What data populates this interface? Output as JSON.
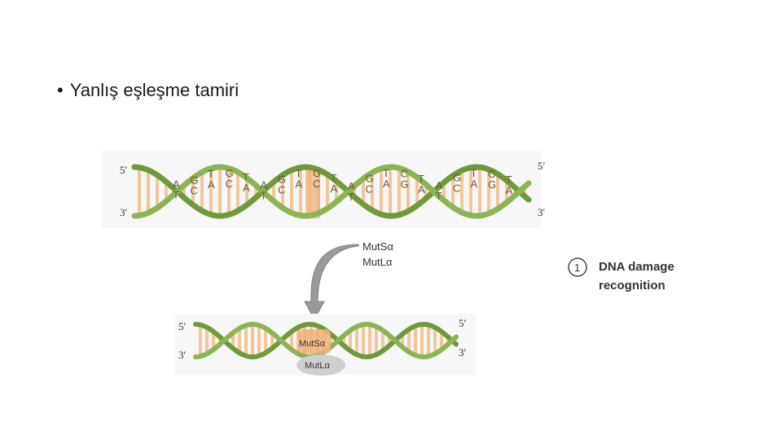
{
  "slide": {
    "bullet_marker": "•",
    "bullet_text": "Yanlış eşleşme tamiri"
  },
  "diagram": {
    "top_helix": {
      "left_top_end": "5′",
      "left_bottom_end": "3′",
      "right_top_end": "5′",
      "right_bottom_end": "3′",
      "bases": [
        [
          "A",
          "T"
        ],
        [
          "G",
          "C"
        ],
        [
          "T",
          "A"
        ],
        [
          "G",
          "C"
        ],
        [
          "T",
          "A"
        ],
        [
          "A",
          "T"
        ],
        [
          "G",
          "C"
        ],
        [
          "T",
          "A"
        ],
        [
          "G",
          "C"
        ],
        [
          "T",
          "A"
        ],
        [
          "A",
          "T"
        ],
        [
          "G",
          "C"
        ],
        [
          "T",
          "A"
        ],
        [
          "C",
          "G"
        ],
        [
          "T",
          "A"
        ],
        [
          "A",
          "T"
        ],
        [
          "G",
          "C"
        ],
        [
          "T",
          "A"
        ],
        [
          "C",
          "G"
        ],
        [
          "T",
          "A"
        ]
      ]
    },
    "arrow_labels": {
      "line1": "MutSα",
      "line2": "MutLα"
    },
    "bottom_helix": {
      "left_top_end": "5′",
      "left_bottom_end": "3′",
      "right_top_end": "5′",
      "right_bottom_end": "3′",
      "complex_upper": "MutSα",
      "complex_lower": "MutLα"
    },
    "step": {
      "number": "1",
      "title_line1": "DNA damage",
      "title_line2": "recognition"
    },
    "colors": {
      "backbone": "#6e9a3c",
      "backbone_light": "#9cc267",
      "rung": "#f2c79a",
      "mismatch_highlight": "#f0b07a",
      "complex": "#cfcfcf",
      "arrow": "#9a9a9a"
    }
  }
}
